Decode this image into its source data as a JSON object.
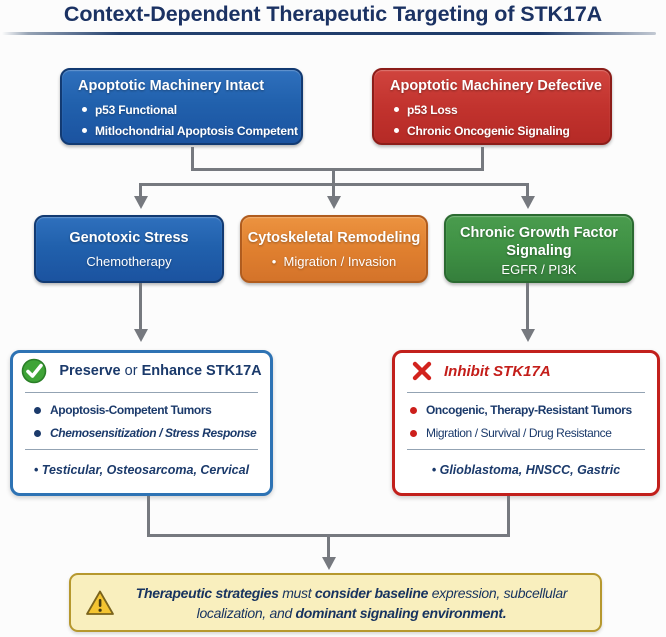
{
  "title": "Context-Dependent Therapeutic Targeting of STK17A",
  "top_row": {
    "intact": {
      "title": "Apoptotic Machinery Intact",
      "bullets": [
        "p53 Functional",
        "Mitlochondrial Apoptosis Competent"
      ]
    },
    "defective": {
      "title": "Apoptotic Machinery Defective",
      "bullets": [
        "p53 Loss",
        "Chronic Oncogenic Signaling"
      ]
    }
  },
  "mid_row": {
    "genotoxic": {
      "title": "Genotoxic Stress",
      "subtitle": "Chemotherapy"
    },
    "cytoskeletal": {
      "title": "Cytoskeletal Remodeling",
      "bullet": "Migration / Invasion"
    },
    "growth": {
      "title_line1": "Chronic Growth Factor",
      "title_line2": "Signaling",
      "subtitle": "EGFR / PI3K"
    }
  },
  "outcomes": {
    "preserve": {
      "icon": "check-circle-icon",
      "header": [
        {
          "t": "Preserve",
          "b": 1
        },
        {
          "t": " or ",
          "b": 0
        },
        {
          "t": "Enhance ",
          "b": 1
        },
        {
          "t": "STK17A",
          "b": 1
        }
      ],
      "bullet1": [
        {
          "t": "Apoptosis-Competent Tumors",
          "b": 1
        }
      ],
      "bullet2": [
        {
          "t": "Chemosensitization / Stress Response",
          "b": 1,
          "i": 1
        }
      ],
      "footer": [
        {
          "t": "• Testicular, Osteosarcoma, Cervical",
          "b": 1,
          "i": 1
        }
      ]
    },
    "inhibit": {
      "icon": "x-mark-icon",
      "header": [
        {
          "t": "Inhibit STK17A",
          "b": 1,
          "i": 1
        }
      ],
      "bullet1": [
        {
          "t": "Oncogenic, Therapy-Resistant Tumors",
          "b": 1
        }
      ],
      "bullet2": [
        {
          "t": "Migration / Survival / Drug Resistance",
          "b": 0
        }
      ],
      "footer": [
        {
          "t": "• Glioblastoma, HNSCC, Gastric",
          "b": 1,
          "i": 1
        }
      ]
    }
  },
  "note": {
    "icon": "warning-triangle-icon",
    "line1": [
      {
        "t": "Therapeutic strategies ",
        "b": 1,
        "i": 1
      },
      {
        "t": "must ",
        "i": 1
      },
      {
        "t": "consider ",
        "b": 1,
        "i": 1
      },
      {
        "t": "baseline ",
        "b": 1,
        "i": 1
      },
      {
        "t": "expression, subcellular",
        "i": 1
      }
    ],
    "line2": [
      {
        "t": "localization, and ",
        "i": 1
      },
      {
        "t": "dominant signaling environment.",
        "b": 1,
        "i": 1
      }
    ]
  },
  "colors": {
    "navy_text": "#1b3a6b",
    "blue_node": "#2161ad",
    "red_node": "#c2332e",
    "orange_node": "#e0802f",
    "green_node": "#3f9144",
    "arrow_gray": "#76797f",
    "note_bg": "#f9efbe",
    "note_border": "#b6982e",
    "inhibit_red": "#c41e1a"
  }
}
